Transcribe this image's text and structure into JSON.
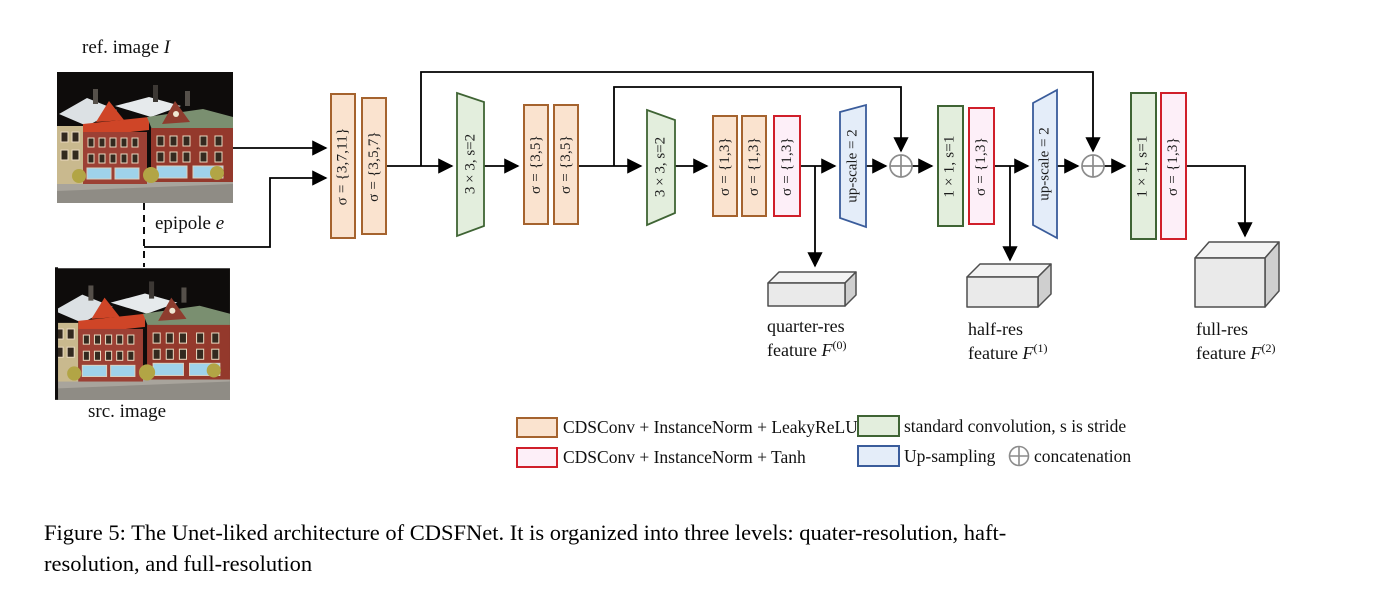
{
  "labels": {
    "ref_image": {
      "text": "ref. image",
      "var": "I"
    },
    "src_image": {
      "text": "src. image"
    },
    "epipole": {
      "text": "epipole",
      "var": "e"
    }
  },
  "blocks": {
    "enc1_conv1": "σ = {3,7,11}",
    "enc1_conv2": "σ = {3,5,7}",
    "down1": "3 × 3, s=2",
    "enc2_conv1": "σ = {3,5}",
    "enc2_conv2": "σ = {3,5}",
    "down2": "3 × 3, s=2",
    "enc3_conv1": "σ = {1,3}",
    "enc3_conv2": "σ = {1,3}",
    "enc3_out": "σ = {1,3}",
    "up1": "up-scale = 2",
    "dec1_conv": "1 × 1, s=1",
    "dec1_out": "σ = {1,3}",
    "up2": "up-scale = 2",
    "dec2_conv": "1 × 1, s=1",
    "dec2_out": "σ = {1,3}"
  },
  "features": [
    {
      "res": "quarter-res",
      "word": "feature",
      "symbol": "F",
      "sup": "(0)"
    },
    {
      "res": "half-res",
      "word": "feature",
      "symbol": "F",
      "sup": "(1)"
    },
    {
      "res": "full-res",
      "word": "feature",
      "symbol": "F",
      "sup": "(2)"
    }
  ],
  "legend": {
    "cdsconv_leakyrelu": "CDSConv + InstanceNorm + LeakyReLU",
    "cdsconv_tanh": "CDSConv + InstanceNorm + Tanh",
    "standard_conv": "standard convolution, s is stride",
    "upsampling": "Up-sampling",
    "concatenation": "concatenation"
  },
  "caption": {
    "line1": "Figure 5: The Unet-liked architecture of CDSFNet. It is organized into three levels: quater-resolution, haft-",
    "line2": "resolution, and full-resolution"
  },
  "colors": {
    "cdsconv_leakyrelu_fill": "#fae3cf",
    "cdsconv_leakyrelu_border": "#a5632e",
    "cdsconv_tanh_fill": "#fdeff8",
    "cdsconv_tanh_border": "#d01f2a",
    "standard_conv_fill": "#e3eedd",
    "standard_conv_border": "#3f6434",
    "upsampling_fill": "#e4edf9",
    "upsampling_border": "#3a5c9b",
    "feature_cuboid_fill": "#eaeaea",
    "line_color": "#000000"
  }
}
